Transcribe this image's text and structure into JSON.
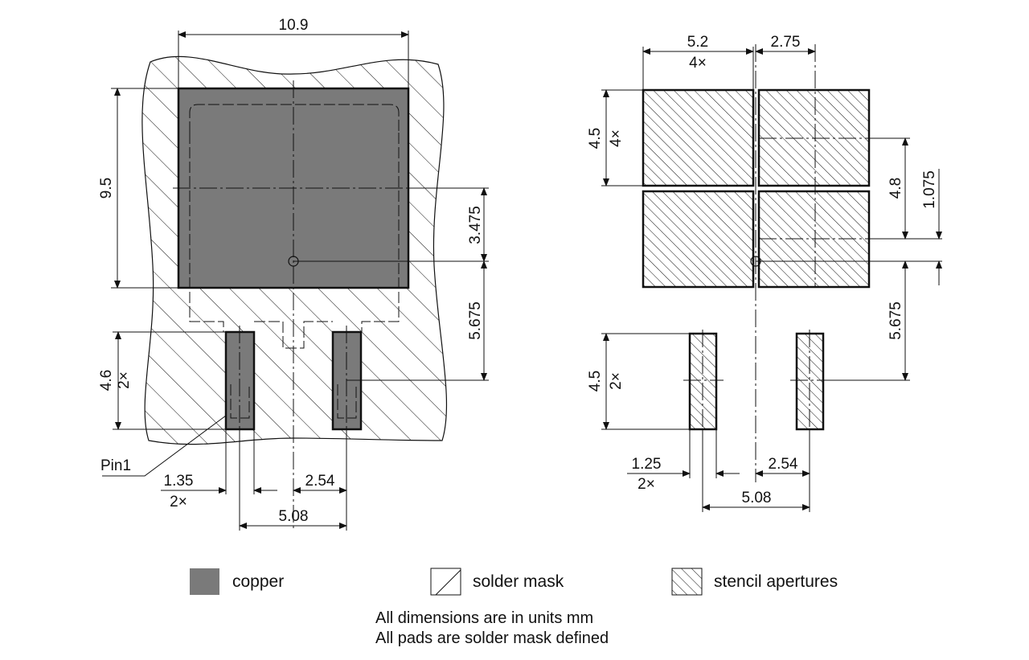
{
  "colors": {
    "copper": "#7a7a7a",
    "line": "#111111",
    "background": "#ffffff"
  },
  "left_view": {
    "width_dim": "10.9",
    "height_dim": "9.5",
    "offset_dim": "3.475",
    "lower_dim": "5.675",
    "lead_length_dim": "4.6",
    "lead_length_mult": "2×",
    "pin_label": "Pin1",
    "lead_width_dim": "1.35",
    "lead_width_mult": "2×",
    "pitch_dim": "2.54",
    "span_dim": "5.08"
  },
  "right_view": {
    "aperture_width_dim": "5.2",
    "aperture_width_mult": "4×",
    "gap_dim": "2.75",
    "aperture_height_dim": "4.5",
    "aperture_height_mult": "4×",
    "vertical_dim": "4.8",
    "small_offset_dim": "1.075",
    "lower_dim": "5.675",
    "lead_length_dim": "4.5",
    "lead_length_mult": "2×",
    "lead_width_dim": "1.25",
    "lead_width_mult": "2×",
    "pitch_dim": "2.54",
    "span_dim": "5.08"
  },
  "legend": {
    "copper": "copper",
    "solder_mask": "solder mask",
    "stencil": "stencil apertures"
  },
  "notes": {
    "line1": "All dimensions are in units mm",
    "line2": "All pads are solder mask defined"
  }
}
